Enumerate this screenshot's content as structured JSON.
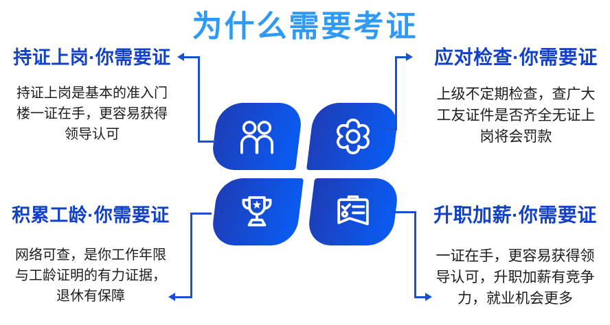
{
  "title": "为什么需要考证",
  "colors": {
    "title_color": "#2F9AF5",
    "heading_color": "#1341C6",
    "body_color": "#1C1C1C",
    "connector_color": "#1950D2",
    "petal_start": "#1E3CB6",
    "petal_end": "#0B5AF0",
    "icon_stroke": "#FFFFFF",
    "background": "#FFFFFF"
  },
  "quadrants": [
    {
      "position": "top-left",
      "heading": "持证上岗·你需要证",
      "body": "持证上岗是基本的准入门\n楼一证在手，更容易获得\n领导认可",
      "icon": "people-icon"
    },
    {
      "position": "top-right",
      "heading": "应对检查·你需要证",
      "body": "上级不定期检查，查广大\n工友证件是否齐全无证上\n岗将会罚款",
      "icon": "gear-icon"
    },
    {
      "position": "bottom-left",
      "heading": "积累工龄·你需要证",
      "body": "网络可查，是你工作年限\n与工龄证明的有力证据，\n退休有保障",
      "icon": "trophy-icon"
    },
    {
      "position": "bottom-right",
      "heading": "升职加薪·你需要证",
      "body": "一证在手，更容易获得领\n导认可，升职加薪有竞争\n力，就业机会更多",
      "icon": "certificate-icon"
    }
  ]
}
